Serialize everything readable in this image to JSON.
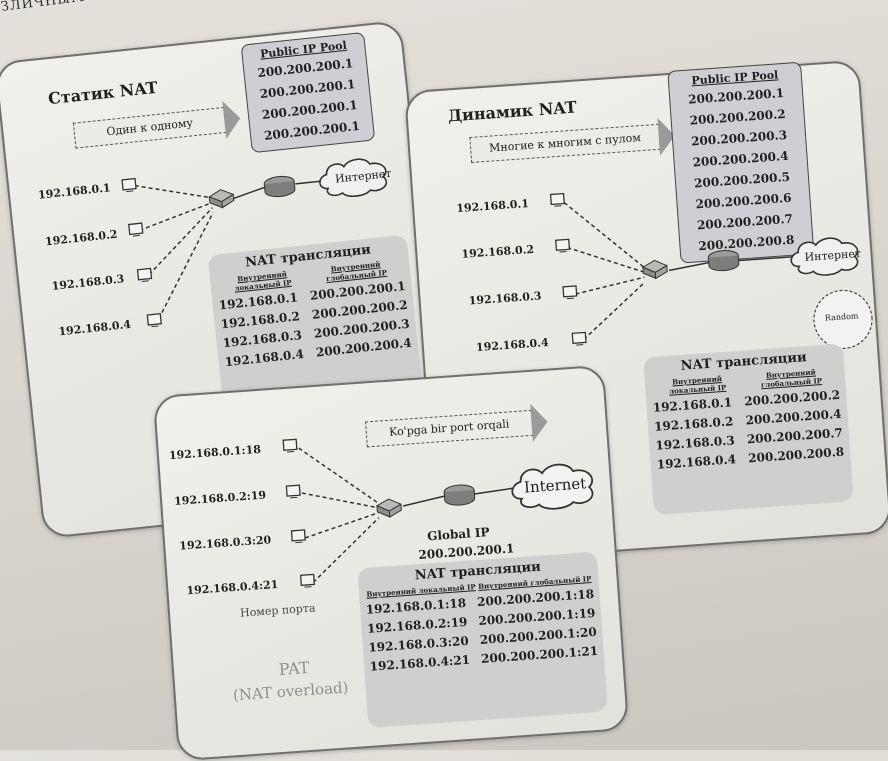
{
  "top_text": "ЗЛИЧНЫМ НО...",
  "static": {
    "title": "Статик NAT",
    "arrow_label": "Один к одному",
    "pool_title": "Public IP Pool",
    "pool": [
      "200.200.200.1",
      "200.200.200.1",
      "200.200.200.1",
      "200.200.200.1"
    ],
    "hosts": [
      "192.168.0.1",
      "192.168.0.2",
      "192.168.0.3",
      "192.168.0.4"
    ],
    "cloud": "Интернет",
    "trans_title": "NAT трансляции",
    "col_local": "Внутренний локальный IP",
    "col_global": "Внутренний глобальный IP",
    "rows": [
      [
        "192.168.0.1",
        "200.200.200.1"
      ],
      [
        "192.168.0.2",
        "200.200.200.2"
      ],
      [
        "192.168.0.3",
        "200.200.200.3"
      ],
      [
        "192.168.0.4",
        "200.200.200.4"
      ]
    ]
  },
  "dynamic": {
    "title": "Динамик NAT",
    "arrow_label": "Многие к многим с пулом",
    "pool_title": "Public IP Pool",
    "pool": [
      "200.200.200.1",
      "200.200.200.2",
      "200.200.200.3",
      "200.200.200.4",
      "200.200.200.5",
      "200.200.200.6",
      "200.200.200.7",
      "200.200.200.8"
    ],
    "hosts": [
      "192.168.0.1",
      "192.168.0.2",
      "192.168.0.3",
      "192.168.0.4"
    ],
    "cloud": "Интернет",
    "random": "Random",
    "trans_title": "NAT трансляции",
    "col_local": "Внутренний локальный IP",
    "col_global": "Внутренний глобальный IP",
    "rows": [
      [
        "192.168.0.1",
        "200.200.200.2"
      ],
      [
        "192.168.0.2",
        "200.200.200.4"
      ],
      [
        "192.168.0.3",
        "200.200.200.7"
      ],
      [
        "192.168.0.4",
        "200.200.200.8"
      ]
    ]
  },
  "pat": {
    "arrow_label": "Ko'pga bir port orqali",
    "hosts": [
      "192.168.0.1:18",
      "192.168.0.2:19",
      "192.168.0.3:20",
      "192.168.0.4:21"
    ],
    "cloud": "Internet",
    "global_ip_label": "Global IP",
    "global_ip": "200.200.200.1",
    "port_label": "Номер порта",
    "name": "PAT",
    "subname": "(NAT overload)",
    "trans_title": "NAT трансляции",
    "col_local": "Внутренний локальный IP",
    "col_global": "Внутренний глобальный IP",
    "rows": [
      [
        "192.168.0.1:18",
        "200.200.200.1:18"
      ],
      [
        "192.168.0.2:19",
        "200.200.200.1:19"
      ],
      [
        "192.168.0.3:20",
        "200.200.200.1:20"
      ],
      [
        "192.168.0.4:21",
        "200.200.200.1:21"
      ]
    ]
  }
}
